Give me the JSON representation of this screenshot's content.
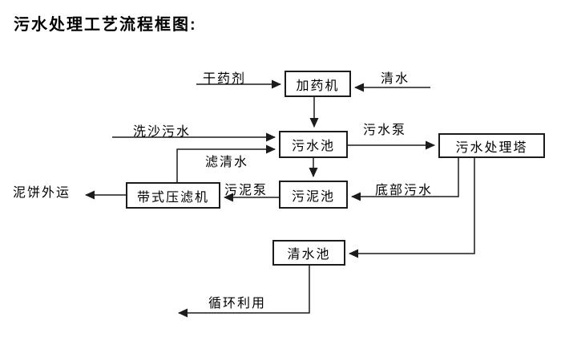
{
  "title": "污水处理工艺流程框图:",
  "nodes": {
    "dosing_machine": {
      "label": "加药机"
    },
    "sewage_pool": {
      "label": "污水池"
    },
    "treatment_tower": {
      "label": "污水处理塔"
    },
    "sludge_pool": {
      "label": "污泥池"
    },
    "belt_filter_press": {
      "label": "带式压滤机"
    },
    "clean_water_pool": {
      "label": "清水池"
    }
  },
  "edges": [
    {
      "id": "dry-agent",
      "label": "干药剂",
      "from": "external",
      "to": "dosing_machine"
    },
    {
      "id": "clean-water",
      "label": "清水",
      "from": "external",
      "to": "dosing_machine"
    },
    {
      "id": "sand-washing-sewage",
      "label": "洗沙污水",
      "from": "external",
      "to": "sewage_pool"
    },
    {
      "id": "filtered-water",
      "label": "滤清水",
      "from": "belt_filter_press",
      "to": "sewage_pool"
    },
    {
      "id": "sewage-pump",
      "label": "污水泵",
      "from": "sewage_pool",
      "to": "treatment_tower"
    },
    {
      "id": "bottom-sewage",
      "label": "底部污水",
      "from": "treatment_tower",
      "to": "sludge_pool"
    },
    {
      "id": "sludge-pump",
      "label": "污泥泵",
      "from": "sludge_pool",
      "to": "belt_filter_press"
    },
    {
      "id": "mud-cake-out",
      "label": "泥饼外运",
      "from": "belt_filter_press",
      "to": "external"
    },
    {
      "id": "recycle",
      "label": "循环利用",
      "from": "clean_water_pool",
      "to": "external"
    },
    {
      "id": "dosing-to-sewage",
      "label": "",
      "from": "dosing_machine",
      "to": "sewage_pool"
    },
    {
      "id": "sewage-to-sludge",
      "label": "",
      "from": "sewage_pool",
      "to": "sludge_pool"
    },
    {
      "id": "tower-to-clean",
      "label": "",
      "from": "treatment_tower",
      "to": "clean_water_pool"
    }
  ],
  "colors": {
    "line": "#1c1c1c",
    "text": "#000000",
    "background": "#ffffff"
  }
}
